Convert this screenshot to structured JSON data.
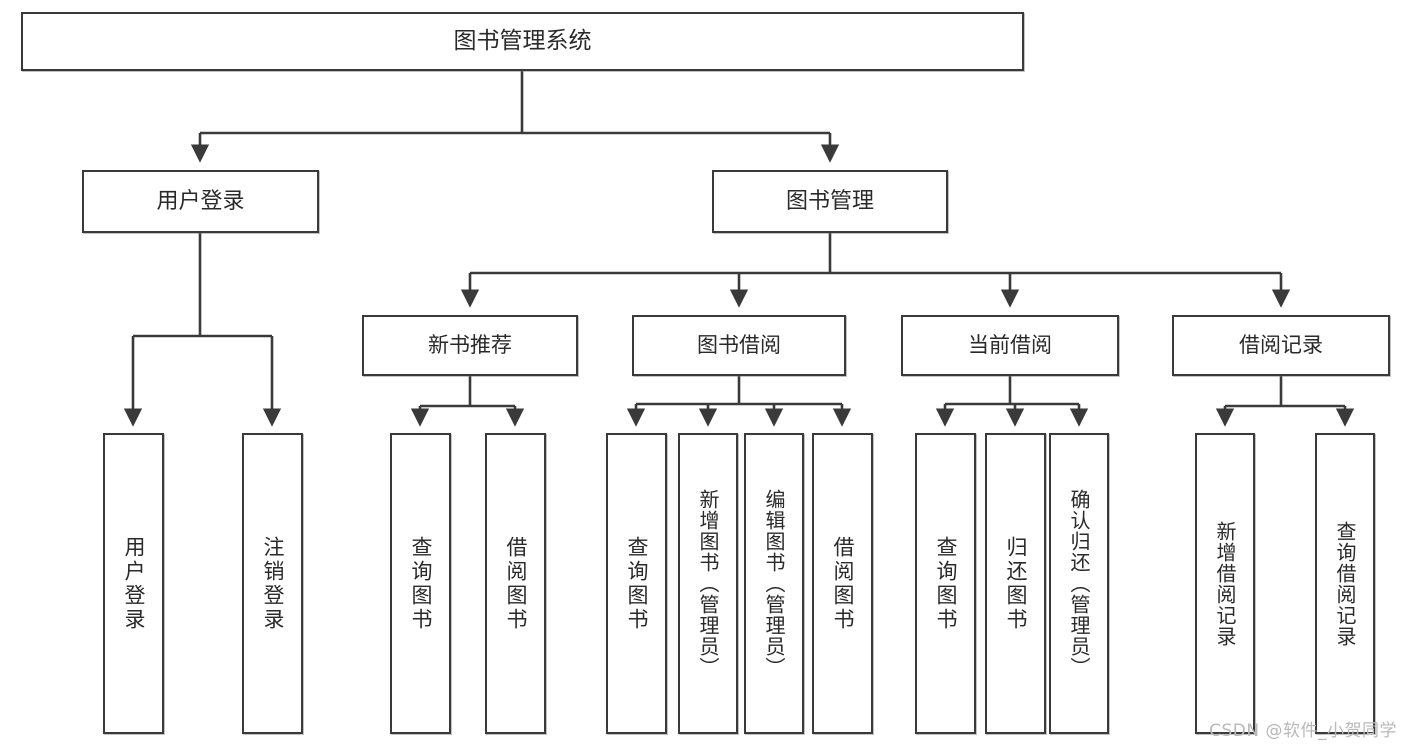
{
  "diagram": {
    "title": "图书管理系统",
    "type": "tree-hierarchy-diagram",
    "root": {
      "id": "root",
      "label": "图书管理系统"
    },
    "level2": [
      {
        "id": "user-login",
        "label": "用户登录"
      },
      {
        "id": "book-manage",
        "label": "图书管理"
      }
    ],
    "level3": [
      {
        "id": "new-book-rec",
        "label": "新书推荐"
      },
      {
        "id": "book-borrow",
        "label": "图书借阅"
      },
      {
        "id": "current-borrow",
        "label": "当前借阅"
      },
      {
        "id": "borrow-record",
        "label": "借阅记录"
      }
    ],
    "leaves": [
      {
        "id": "leaf-user-login",
        "label": "用户登录",
        "parent": "user-login"
      },
      {
        "id": "leaf-user-logout",
        "label": "注销登录",
        "parent": "user-login"
      },
      {
        "id": "leaf-query-book-1",
        "label": "查询图书",
        "parent": "new-book-rec"
      },
      {
        "id": "leaf-borrow-book-1",
        "label": "借阅图书",
        "parent": "new-book-rec"
      },
      {
        "id": "leaf-query-book-2",
        "label": "查询图书",
        "parent": "book-borrow"
      },
      {
        "id": "leaf-add-book",
        "label": "新增图书（管理员）",
        "parent": "book-borrow"
      },
      {
        "id": "leaf-edit-book",
        "label": "编辑图书（管理员）",
        "parent": "book-borrow"
      },
      {
        "id": "leaf-borrow-book-2",
        "label": "借阅图书",
        "parent": "book-borrow"
      },
      {
        "id": "leaf-query-book-3",
        "label": "查询图书",
        "parent": "current-borrow"
      },
      {
        "id": "leaf-return-book",
        "label": "归还图书",
        "parent": "current-borrow"
      },
      {
        "id": "leaf-confirm-return",
        "label": "确认归还（管理员）",
        "parent": "current-borrow"
      },
      {
        "id": "leaf-add-record",
        "label": "新增借阅记录",
        "parent": "borrow-record"
      },
      {
        "id": "leaf-query-record",
        "label": "查询借阅记录",
        "parent": "borrow-record"
      }
    ]
  },
  "watermark": {
    "text": "CSDN @软件_小贺同学"
  },
  "colors": {
    "stroke": "#3a3a3a",
    "text": "#2a2a2a",
    "background": "#ffffff",
    "watermark": "#b9b9b9"
  }
}
